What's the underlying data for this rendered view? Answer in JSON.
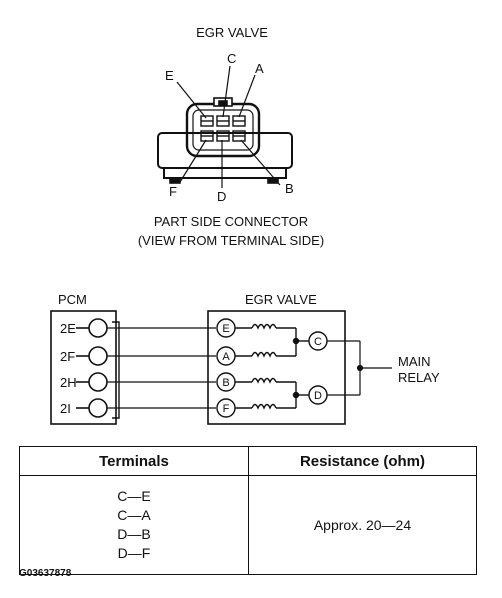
{
  "connector": {
    "title": "EGR VALVE",
    "pin_labels": {
      "A": "A",
      "B": "B",
      "C": "C",
      "D": "D",
      "E": "E",
      "F": "F"
    },
    "caption_line1": "PART SIDE CONNECTOR",
    "caption_line2": "(VIEW FROM TERMINAL SIDE)"
  },
  "schematic": {
    "pcm_label": "PCM",
    "valve_label": "EGR VALVE",
    "pcm_terminals": [
      "2E",
      "2F",
      "2H",
      "2I"
    ],
    "valve_terminals": [
      "E",
      "A",
      "B",
      "F"
    ],
    "common_terminals": [
      "C",
      "D"
    ],
    "relay_line1": "MAIN",
    "relay_line2": "RELAY"
  },
  "table": {
    "headers": [
      "Terminals",
      "Resistance (ohm)"
    ],
    "terminals": [
      "C—E",
      "C—A",
      "D—B",
      "D—F"
    ],
    "resistance": "Approx. 20—24"
  },
  "figure_code": "G03637878"
}
